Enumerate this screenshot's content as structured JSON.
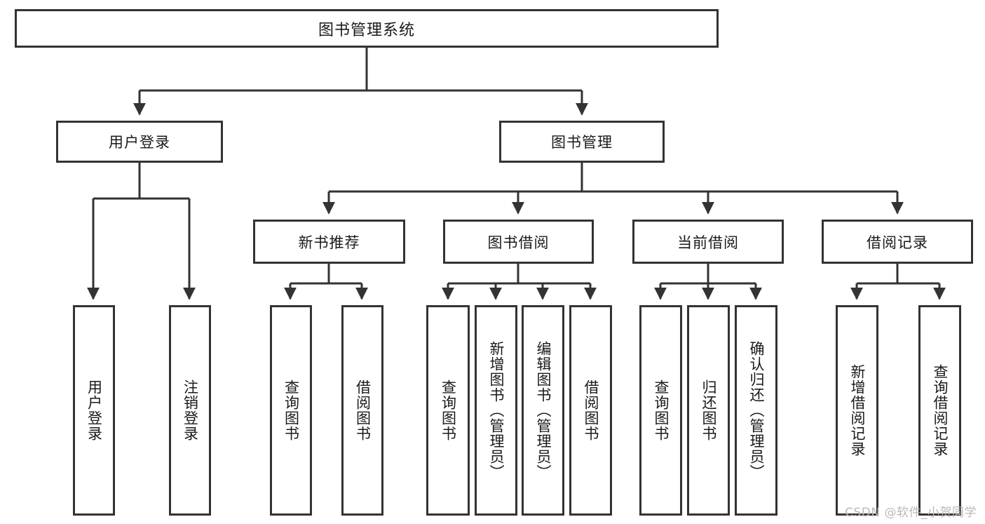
{
  "diagram": {
    "title_node": {
      "label": "图书管理系统"
    },
    "level1": [
      {
        "id": "user-login",
        "label": "用户登录"
      },
      {
        "id": "book-management",
        "label": "图书管理"
      }
    ],
    "level2": [
      {
        "id": "new-book-recommend",
        "label": "新书推荐"
      },
      {
        "id": "book-borrow",
        "label": "图书借阅"
      },
      {
        "id": "current-borrow",
        "label": "当前借阅"
      },
      {
        "id": "borrow-record",
        "label": "借阅记录"
      }
    ],
    "leaves": {
      "user_login": [
        {
          "id": "leaf-user-login",
          "label": "用户登录"
        },
        {
          "id": "leaf-logout-login",
          "label": "注销登录"
        }
      ],
      "new_book_recommend": [
        {
          "id": "leaf-query-book-1",
          "label": "查询图书"
        },
        {
          "id": "leaf-borrow-book-1",
          "label": "借阅图书"
        }
      ],
      "book_borrow": [
        {
          "id": "leaf-query-book-2",
          "label": "查询图书"
        },
        {
          "id": "leaf-add-book",
          "label": "新增图书（管理员）"
        },
        {
          "id": "leaf-edit-book",
          "label": "编辑图书（管理员）"
        },
        {
          "id": "leaf-borrow-book-2",
          "label": "借阅图书"
        }
      ],
      "current_borrow": [
        {
          "id": "leaf-query-book-3",
          "label": "查询图书"
        },
        {
          "id": "leaf-return-book",
          "label": "归还图书"
        },
        {
          "id": "leaf-confirm-return",
          "label": "确认归还（管理员）"
        }
      ],
      "borrow_record": [
        {
          "id": "leaf-add-borrow-record",
          "label": "新增借阅记录"
        },
        {
          "id": "leaf-query-borrow-record",
          "label": "查询借阅记录"
        }
      ]
    }
  },
  "watermark": {
    "text": "CSDN @软件_小贺同学"
  },
  "colors": {
    "stroke": "#333333",
    "background": "#ffffff",
    "text": "#1a1a1a",
    "watermark": "#b9b9b9"
  }
}
